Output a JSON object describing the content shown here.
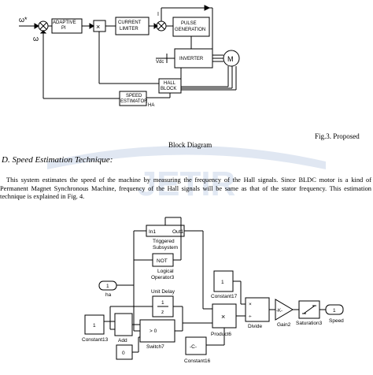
{
  "block_diagram_top": {
    "blocks": {
      "pi": "ADAPTIVE\nPI",
      "multiply": "×",
      "current_limiter": "CURRENT\nLIMITER",
      "pulse_generation": "PULSE\nGENERATION",
      "inverter": "INVERTER",
      "motor": "M",
      "hall_block": "HALL\nBLOCK",
      "speed_estimator": "SPEED\nESTIMATOR"
    },
    "labels": {
      "omega_ref": "ω*",
      "omega": "ω",
      "vdc": "Vdc",
      "ha": "HA",
      "i": "I"
    }
  },
  "figure3": {
    "caption_right": "Fig.3. Proposed",
    "caption_center": "Block Diagram"
  },
  "section": {
    "heading": "D. Speed Estimation Technique:",
    "paragraph": "This system estimates the speed of the machine by measuring the frequency of the Hall signals. Since BLDC motor is a kind of Permanent Magnet Synchronous Machine, frequency of the Hall signals will be same as that of the stator frequency. This estimation technique is explained in Fig. 4."
  },
  "watermark": "JETIR",
  "simulink": {
    "subsystem": {
      "in": "In1",
      "out": "Out1",
      "label": "Triggered\nSubsystem"
    },
    "not_block": {
      "text": "NOT",
      "label": "Logical\nOperator3"
    },
    "unit_delay": {
      "label": "Unit Delay",
      "num": "1",
      "den": "z"
    },
    "inport": {
      "num": "1",
      "label": "ha"
    },
    "constant13": {
      "value": "1",
      "label": "Constant13"
    },
    "add": {
      "label": "Add"
    },
    "zero": {
      "value": "0"
    },
    "switch": {
      "cond": "> 0",
      "label": "Switch7"
    },
    "constant16": {
      "value": "-C-",
      "label": "Constant16"
    },
    "constant17": {
      "value": "1",
      "label": "Constant17"
    },
    "product": {
      "symbol": "×",
      "label": "Product6"
    },
    "divide": {
      "sym1": "×",
      "sym2": "÷",
      "label": "Divide"
    },
    "gain": {
      "value": "-K-",
      "label": "Gain2"
    },
    "saturation": {
      "label": "Saturation3"
    },
    "outport": {
      "num": "1",
      "label": "Speed"
    }
  }
}
